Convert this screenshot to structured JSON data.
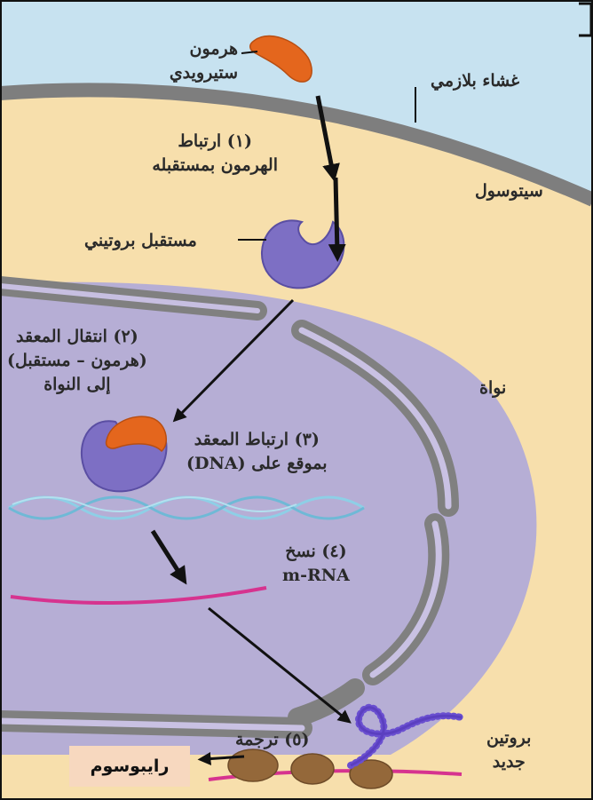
{
  "labels": {
    "hormone": [
      "هرمون",
      "ستيرويدي"
    ],
    "plasma_membrane": "غشاء بلازمي",
    "step1": [
      "(١) ارتباط",
      "الهرمون بمستقبله"
    ],
    "cytosol": "سيتوسول",
    "receptor": "مستقبل بروتيني",
    "step2": [
      "(٢) انتقال المعقد",
      "(هرمون – مستقبل)",
      "إلى النواة"
    ],
    "nucleus": "نواة",
    "step3": [
      "(٣) ارتباط المعقد",
      "بموقع على (DNA)"
    ],
    "step4": [
      "(٤) نسخ",
      "m-RNA"
    ],
    "step5": "(٥) ترجمة",
    "new_protein": [
      "بروتين",
      "جديد"
    ],
    "ribosome": "رايبوسوم"
  },
  "colors": {
    "extracellular": "#c7e2f0",
    "cytosol": "#f7dfac",
    "membrane": "#7e7e7e",
    "nucleus": "#b6aed5",
    "hormone": "#e4661d",
    "receptor": "#7d6fc4",
    "dna": "#8ecfe6",
    "mrna": "#d6338f",
    "ribosome": "#94683a",
    "new_protein": "#6a4fd0",
    "ribosome_label_bg": "#f7d8bf"
  }
}
